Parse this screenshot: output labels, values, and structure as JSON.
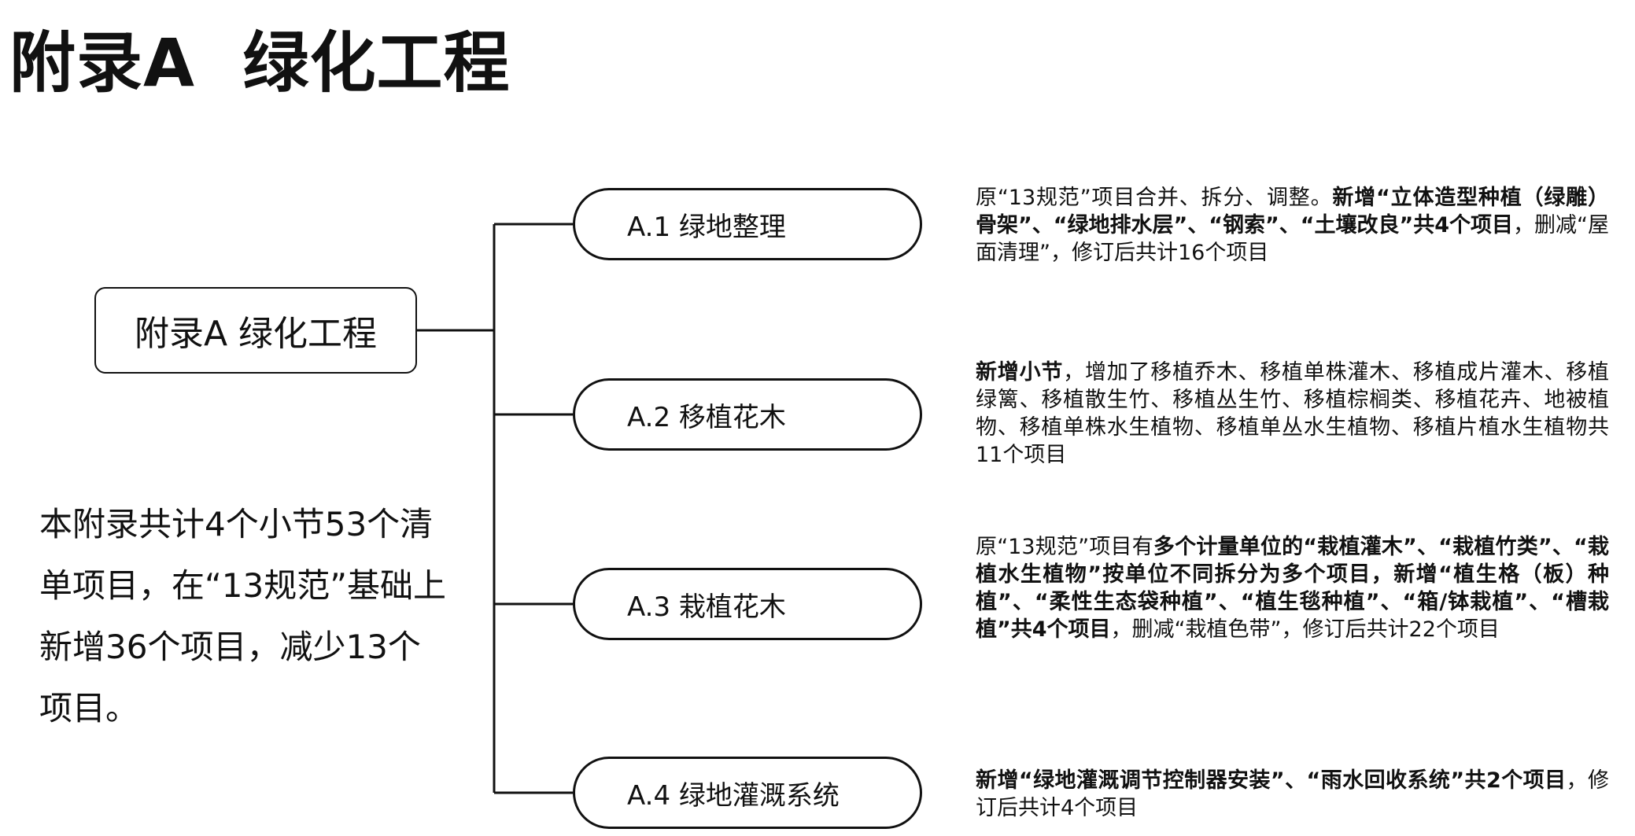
{
  "page": {
    "title": "附录A  绿化工程"
  },
  "root": {
    "label": "附录A 绿化工程"
  },
  "summary": {
    "text": "本附录共计4个小节53个清单项目，在“13规范”基础上新增36个项目，减少13个项目。"
  },
  "sections": [
    {
      "label": "A.1 绿地整理",
      "desc": [
        {
          "t": "原“13规范”项目合并、拆分、调整。",
          "b": false
        },
        {
          "t": "新增“立体造型种植（绿雕）骨架”、“绿地排水层”、“钢索”、“土壤改良”共4个项目",
          "b": true
        },
        {
          "t": "，删减“屋面清理”，修订后共计16个项目",
          "b": false
        }
      ]
    },
    {
      "label": "A.2 移植花木",
      "desc": [
        {
          "t": "新增小节",
          "b": true
        },
        {
          "t": "，增加了移植乔木、移植单株灌木、移植成片灌木、移植绿篱、移植散生竹、移植丛生竹、移植棕榈类、移植花卉、地被植物、移植单株水生植物、移植单丛水生植物、移植片植水生植物共11个项目",
          "b": false
        }
      ]
    },
    {
      "label": "A.3 栽植花木",
      "desc": [
        {
          "t": "原“13规范”项目有",
          "b": false
        },
        {
          "t": "多个计量单位的“栽植灌木”、“栽植竹类”、“栽植水生植物”按单位不同拆分为多个项目，新增“植生格（板）种植”、“柔性生态袋种植”、“植生毯种植”、“箱/钵栽植”、“槽栽植”共4个项目",
          "b": true
        },
        {
          "t": "，删减“栽植色带”，修订后共计22个项目",
          "b": false
        }
      ]
    },
    {
      "label": "A.4 绿地灌溉系统",
      "desc": [
        {
          "t": "新增“绿地灌溉调节控制器安装”、“雨水回收系统”共2个项目",
          "b": true
        },
        {
          "t": "，修订后共计4个项目",
          "b": false
        }
      ]
    }
  ]
}
